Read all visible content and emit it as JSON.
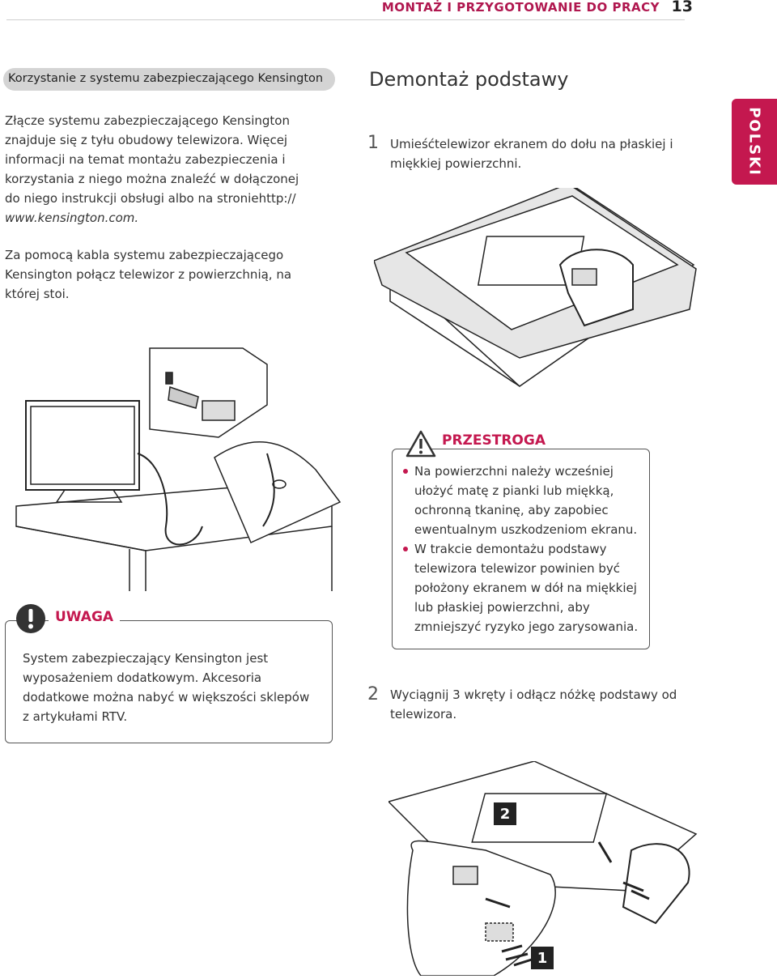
{
  "header": {
    "section_title": "MONTAŻ I PRZYGOTOWANIE DO PRACY",
    "page_number": "13"
  },
  "side_tab": {
    "label": "POLSKI"
  },
  "left": {
    "pill_title": "Korzystanie z systemu zabezpieczającego Kensington",
    "para1_lines": [
      "Złącze systemu zabezpieczającego Kensington",
      "znajduje się z tyłu obudowy telewizora. Więcej",
      "informacji na temat montażu zabezpieczenia i",
      "korzystania z niego można znaleźć w dołączonej",
      "do niego instrukcji obsługi albo na stroniehttp://"
    ],
    "para1_url": "www.kensington.com.",
    "para2": "Za pomocą kabla systemu zabezpieczającego Kensington połącz telewizor z powierzchnią, na której stoi.",
    "uwaga": {
      "label": "UWAGA",
      "text": "System zabezpieczający Kensington jest wyposażeniem dodatkowym. Akcesoria dodatkowe można nabyć w większości sklepów z artykułami RTV."
    }
  },
  "right": {
    "heading": "Demontaż podstawy",
    "step1": {
      "number": "1",
      "text": "Umieśćtelewizor ekranem do dołu na płaskiej i miękkiej powierzchni."
    },
    "przestroga": {
      "label": "PRZESTROGA",
      "items": [
        "Na powierzchni należy wcześniej ułożyć matę z pianki lub miękką, ochronną tkaninę, aby zapobiec ewentualnym uszkodzeniom ekranu.",
        "W trakcie demontażu podstawy telewizora telewizor powinien być położony ekranem w dół na miękkiej lub płaskiej powierzchni, aby zmniejszyć ryzyko jego zarysowania."
      ]
    },
    "step2": {
      "number": "2",
      "text": "Wyciągnij 3 wkręty i odłącz nóżkę podstawy od telewizora."
    },
    "callout_labels": [
      "2",
      "1"
    ]
  },
  "colors": {
    "accent": "#c4184f",
    "pill": "#d4d4d4"
  }
}
